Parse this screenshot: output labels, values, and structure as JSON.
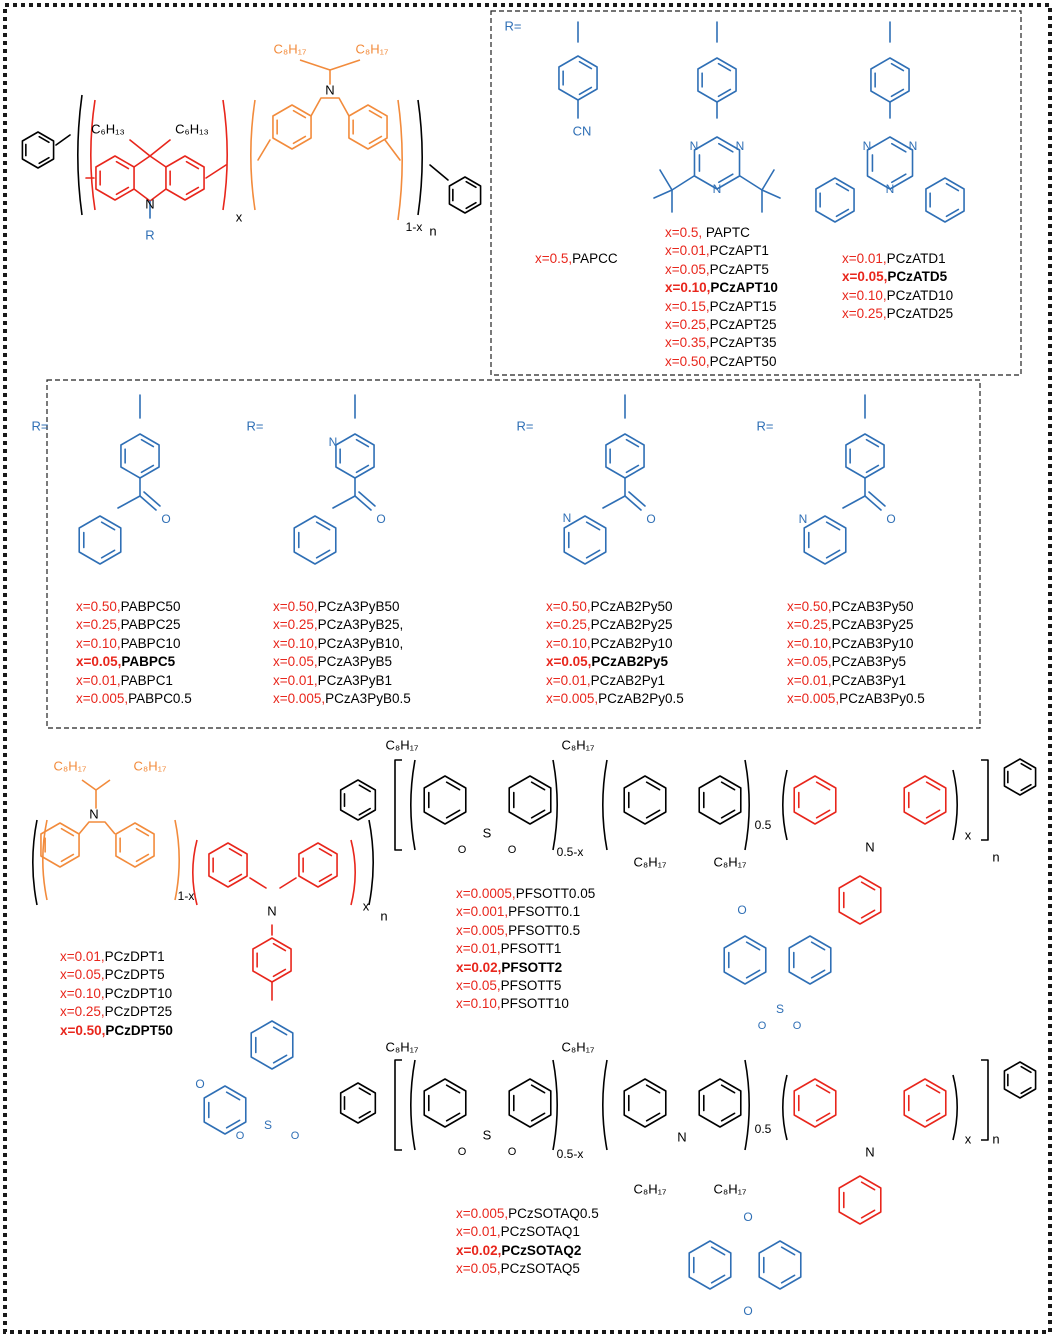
{
  "colors": {
    "red": "#e8261c",
    "orange": "#f28b3c",
    "blue": "#2f6fb5",
    "black": "#000000"
  },
  "chem": {
    "c6h13": "C₆H₁₃",
    "c8h17": "C₈H₁₇",
    "x": "x",
    "one_minus_x": "1-x",
    "n": "n",
    "R": "R",
    "N": "N",
    "O": "O",
    "S": "S",
    "CN": "CN",
    "r_eq": "R=",
    "sub_05x": "0.5-x",
    "sub_05": "0.5"
  },
  "groups": {
    "papcc": [
      {
        "x": "x=0.5,",
        "name": "PAPCC",
        "bold": false
      }
    ],
    "papt": [
      {
        "x": "x=0.5,",
        "name": " PAPTC",
        "bold": false
      },
      {
        "x": "x=0.01,",
        "name": "PCzAPT1",
        "bold": false
      },
      {
        "x": "x=0.05,",
        "name": "PCzAPT5",
        "bold": false
      },
      {
        "x": "x=0.10,",
        "name": "PCzAPT10",
        "bold": true
      },
      {
        "x": "x=0.15,",
        "name": "PCzAPT15",
        "bold": false
      },
      {
        "x": "x=0.25,",
        "name": "PCzAPT25",
        "bold": false
      },
      {
        "x": "x=0.35,",
        "name": "PCzAPT35",
        "bold": false
      },
      {
        "x": "x=0.50,",
        "name": "PCzAPT50",
        "bold": false
      }
    ],
    "patd": [
      {
        "x": "x=0.01,",
        "name": "PCzATD1",
        "bold": false
      },
      {
        "x": "x=0.05,",
        "name": "PCzATD5",
        "bold": true
      },
      {
        "x": "x=0.10,",
        "name": "PCzATD10",
        "bold": false
      },
      {
        "x": "x=0.25,",
        "name": "PCzATD25",
        "bold": false
      }
    ],
    "pabpc": [
      {
        "x": "x=0.50,",
        "name": "PABPC50",
        "bold": false
      },
      {
        "x": "x=0.25,",
        "name": "PABPC25",
        "bold": false
      },
      {
        "x": "x=0.10,",
        "name": "PABPC10",
        "bold": false
      },
      {
        "x": "x=0.05,",
        "name": "PABPC5",
        "bold": true
      },
      {
        "x": "x=0.01,",
        "name": "PABPC1",
        "bold": false
      },
      {
        "x": "x=0.005,",
        "name": "PABPC0.5",
        "bold": false
      }
    ],
    "pcza3pyb": [
      {
        "x": "x=0.50,",
        "name": "PCzA3PyB50",
        "bold": false
      },
      {
        "x": "x=0.25,",
        "name": "PCzA3PyB25,",
        "bold": false
      },
      {
        "x": "x=0.10,",
        "name": "PCzA3PyB10,",
        "bold": false
      },
      {
        "x": "x=0.05,",
        "name": "PCzA3PyB5",
        "bold": false
      },
      {
        "x": "x=0.01,",
        "name": "PCzA3PyB1",
        "bold": false
      },
      {
        "x": "x=0.005,",
        "name": "PCzA3PyB0.5",
        "bold": false
      }
    ],
    "pczab2py": [
      {
        "x": "x=0.50,",
        "name": "PCzAB2Py50",
        "bold": false
      },
      {
        "x": "x=0.25,",
        "name": "PCzAB2Py25",
        "bold": false
      },
      {
        "x": "x=0.10,",
        "name": "PCzAB2Py10",
        "bold": false
      },
      {
        "x": "x=0.05,",
        "name": "PCzAB2Py5",
        "bold": true
      },
      {
        "x": "x=0.01,",
        "name": "PCzAB2Py1",
        "bold": false
      },
      {
        "x": "x=0.005,",
        "name": "PCzAB2Py0.5",
        "bold": false
      }
    ],
    "pczab3py": [
      {
        "x": "x=0.50,",
        "name": "PCzAB3Py50",
        "bold": false
      },
      {
        "x": "x=0.25,",
        "name": "PCzAB3Py25",
        "bold": false
      },
      {
        "x": "x=0.10,",
        "name": "PCzAB3Py10",
        "bold": false
      },
      {
        "x": "x=0.05,",
        "name": "PCzAB3Py5",
        "bold": false
      },
      {
        "x": "x=0.01,",
        "name": "PCzAB3Py1",
        "bold": false
      },
      {
        "x": "x=0.005,",
        "name": "PCzAB3Py0.5",
        "bold": false
      }
    ],
    "pczdpt": [
      {
        "x": "x=0.01,",
        "name": "PCzDPT1",
        "bold": false
      },
      {
        "x": "x=0.05,",
        "name": "PCzDPT5",
        "bold": false
      },
      {
        "x": "x=0.10,",
        "name": "PCzDPT10",
        "bold": false
      },
      {
        "x": "x=0.25,",
        "name": "PCzDPT25",
        "bold": false
      },
      {
        "x": "x=0.50,",
        "name": "PCzDPT50",
        "bold": true
      }
    ],
    "pfsott": [
      {
        "x": "x=0.0005,",
        "name": "PFSOTT0.05",
        "bold": false
      },
      {
        "x": "x=0.001,",
        "name": "PFSOTT0.1",
        "bold": false
      },
      {
        "x": "x=0.005,",
        "name": "PFSOTT0.5",
        "bold": false
      },
      {
        "x": "x=0.01,",
        "name": "PFSOTT1",
        "bold": false
      },
      {
        "x": "x=0.02,",
        "name": "PFSOTT2",
        "bold": true
      },
      {
        "x": "x=0.05,",
        "name": "PFSOTT5",
        "bold": false
      },
      {
        "x": "x=0.10,",
        "name": "PFSOTT10",
        "bold": false
      }
    ],
    "pczsotaq": [
      {
        "x": "x=0.005,",
        "name": "PCzSOTAQ0.5",
        "bold": false
      },
      {
        "x": "x=0.01,",
        "name": "PCzSOTAQ1",
        "bold": false
      },
      {
        "x": "x=0.02,",
        "name": "PCzSOTAQ2",
        "bold": true
      },
      {
        "x": "x=0.05,",
        "name": "PCzSOTAQ5",
        "bold": false
      }
    ]
  }
}
